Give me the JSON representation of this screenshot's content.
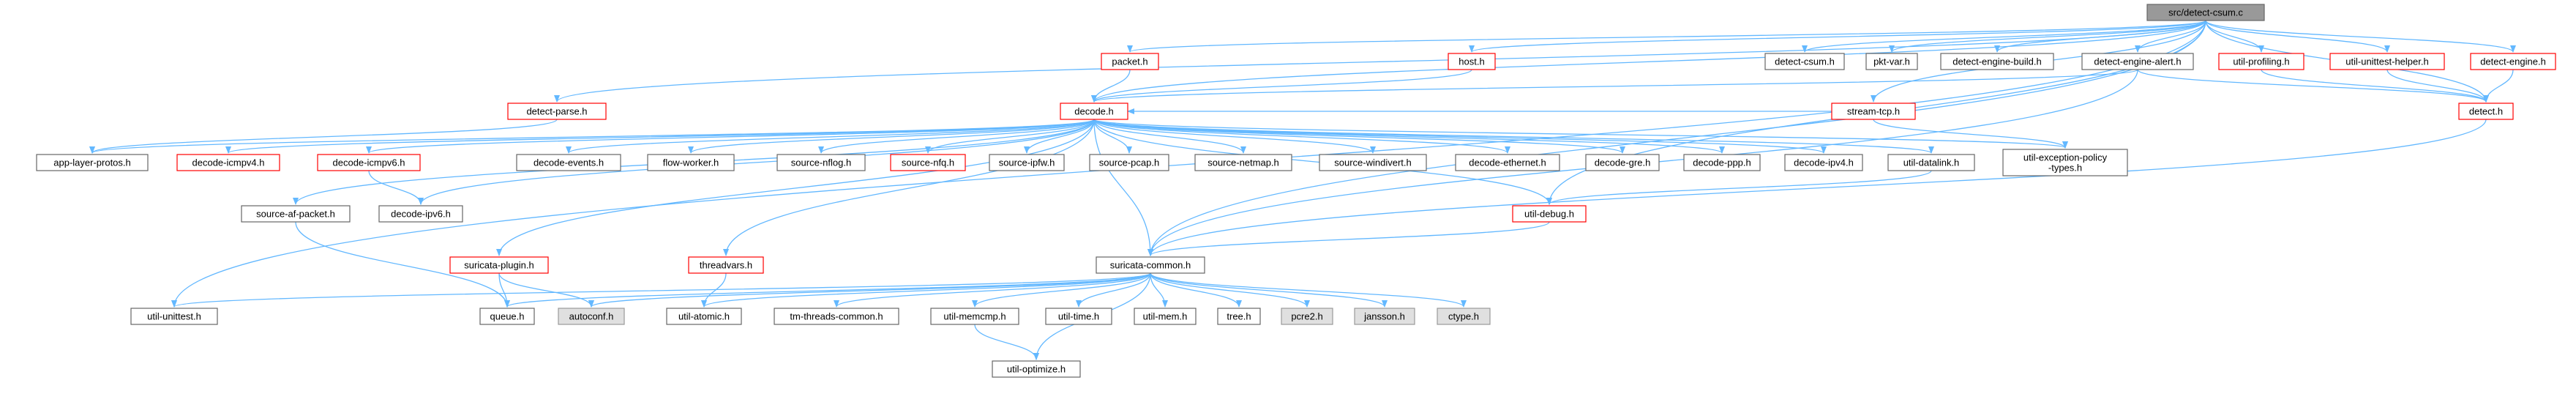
{
  "colors": {
    "edge": "#63b8ff",
    "normal_fill": "#ffffff",
    "normal_border": "#666666",
    "red_fill": "#ffffff",
    "red_border": "#ff0000",
    "root_fill": "#999999",
    "root_border": "#666666",
    "ext_fill": "#e0e0e0",
    "ext_border": "#999999"
  },
  "nodes": [
    {
      "id": "root",
      "label": "src/detect-csum.c",
      "style": "root"
    },
    {
      "id": "detect_parse",
      "label": "detect-parse.h",
      "style": "red"
    },
    {
      "id": "packet",
      "label": "packet.h",
      "style": "red"
    },
    {
      "id": "host",
      "label": "host.h",
      "style": "red"
    },
    {
      "id": "stream_tcp",
      "label": "stream-tcp.h",
      "style": "red"
    },
    {
      "id": "detect_csum",
      "label": "detect-csum.h",
      "style": "normal"
    },
    {
      "id": "pkt_var",
      "label": "pkt-var.h",
      "style": "normal"
    },
    {
      "id": "de_build",
      "label": "detect-engine-build.h",
      "style": "normal"
    },
    {
      "id": "de_alert",
      "label": "detect-engine-alert.h",
      "style": "normal"
    },
    {
      "id": "util_profiling",
      "label": "util-profiling.h",
      "style": "red"
    },
    {
      "id": "util_unittest_helper",
      "label": "util-unittest-helper.h",
      "style": "red"
    },
    {
      "id": "detect_engine",
      "label": "detect-engine.h",
      "style": "red"
    },
    {
      "id": "decode",
      "label": "decode.h",
      "style": "red"
    },
    {
      "id": "detect",
      "label": "detect.h",
      "style": "red"
    },
    {
      "id": "app_layer_protos",
      "label": "app-layer-protos.h",
      "style": "normal"
    },
    {
      "id": "decode_icmpv4",
      "label": "decode-icmpv4.h",
      "style": "red"
    },
    {
      "id": "decode_icmpv6",
      "label": "decode-icmpv6.h",
      "style": "red"
    },
    {
      "id": "decode_events",
      "label": "decode-events.h",
      "style": "normal"
    },
    {
      "id": "flow_worker",
      "label": "flow-worker.h",
      "style": "normal"
    },
    {
      "id": "source_nflog",
      "label": "source-nflog.h",
      "style": "normal"
    },
    {
      "id": "source_nfq",
      "label": "source-nfq.h",
      "style": "red"
    },
    {
      "id": "source_ipfw",
      "label": "source-ipfw.h",
      "style": "normal"
    },
    {
      "id": "source_pcap",
      "label": "source-pcap.h",
      "style": "normal"
    },
    {
      "id": "source_netmap",
      "label": "source-netmap.h",
      "style": "normal"
    },
    {
      "id": "source_windivert",
      "label": "source-windivert.h",
      "style": "normal"
    },
    {
      "id": "decode_ethernet",
      "label": "decode-ethernet.h",
      "style": "normal"
    },
    {
      "id": "decode_gre",
      "label": "decode-gre.h",
      "style": "normal"
    },
    {
      "id": "decode_ppp",
      "label": "decode-ppp.h",
      "style": "normal"
    },
    {
      "id": "decode_ipv4",
      "label": "decode-ipv4.h",
      "style": "normal"
    },
    {
      "id": "util_datalink",
      "label": "util-datalink.h",
      "style": "normal"
    },
    {
      "id": "util_exception",
      "label": "util-exception-policy\n-types.h",
      "style": "normal"
    },
    {
      "id": "source_af_packet",
      "label": "source-af-packet.h",
      "style": "normal"
    },
    {
      "id": "decode_ipv6",
      "label": "decode-ipv6.h",
      "style": "normal"
    },
    {
      "id": "util_debug",
      "label": "util-debug.h",
      "style": "red"
    },
    {
      "id": "suricata_plugin",
      "label": "suricata-plugin.h",
      "style": "red"
    },
    {
      "id": "threadvars",
      "label": "threadvars.h",
      "style": "red"
    },
    {
      "id": "suricata_common",
      "label": "suricata-common.h",
      "style": "normal"
    },
    {
      "id": "util_unittest",
      "label": "util-unittest.h",
      "style": "normal"
    },
    {
      "id": "queue",
      "label": "queue.h",
      "style": "normal"
    },
    {
      "id": "autoconf",
      "label": "autoconf.h",
      "style": "ext"
    },
    {
      "id": "util_atomic",
      "label": "util-atomic.h",
      "style": "normal"
    },
    {
      "id": "tm_threads_common",
      "label": "tm-threads-common.h",
      "style": "normal"
    },
    {
      "id": "util_memcmp",
      "label": "util-memcmp.h",
      "style": "normal"
    },
    {
      "id": "util_time",
      "label": "util-time.h",
      "style": "normal"
    },
    {
      "id": "util_mem",
      "label": "util-mem.h",
      "style": "normal"
    },
    {
      "id": "tree",
      "label": "tree.h",
      "style": "normal"
    },
    {
      "id": "pcre2",
      "label": "pcre2.h",
      "style": "ext"
    },
    {
      "id": "jansson",
      "label": "jansson.h",
      "style": "ext"
    },
    {
      "id": "ctype",
      "label": "ctype.h",
      "style": "ext"
    },
    {
      "id": "util_optimize",
      "label": "util-optimize.h",
      "style": "normal"
    }
  ],
  "edges": [
    [
      "root",
      "util_unittest"
    ],
    [
      "root",
      "detect_parse"
    ],
    [
      "root",
      "packet"
    ],
    [
      "root",
      "host"
    ],
    [
      "root",
      "decode"
    ],
    [
      "root",
      "stream_tcp"
    ],
    [
      "root",
      "detect_csum"
    ],
    [
      "root",
      "pkt_var"
    ],
    [
      "root",
      "de_build"
    ],
    [
      "root",
      "de_alert"
    ],
    [
      "root",
      "util_profiling"
    ],
    [
      "root",
      "util_unittest_helper"
    ],
    [
      "root",
      "detect_engine"
    ],
    [
      "root",
      "detect"
    ],
    [
      "root",
      "util_debug"
    ],
    [
      "root",
      "suricata_common"
    ],
    [
      "detect_parse",
      "app_layer_protos"
    ],
    [
      "packet",
      "decode"
    ],
    [
      "host",
      "decode"
    ],
    [
      "stream_tcp",
      "decode"
    ],
    [
      "stream_tcp",
      "util_exception"
    ],
    [
      "de_alert",
      "decode"
    ],
    [
      "de_alert",
      "detect"
    ],
    [
      "de_alert",
      "suricata_common"
    ],
    [
      "util_profiling",
      "detect"
    ],
    [
      "util_unittest_helper",
      "detect"
    ],
    [
      "detect_engine",
      "detect"
    ],
    [
      "detect",
      "suricata_common"
    ],
    [
      "decode",
      "app_layer_protos"
    ],
    [
      "decode",
      "decode_icmpv4"
    ],
    [
      "decode",
      "decode_icmpv6"
    ],
    [
      "decode",
      "decode_events"
    ],
    [
      "decode",
      "flow_worker"
    ],
    [
      "decode",
      "source_nflog"
    ],
    [
      "decode",
      "source_nfq"
    ],
    [
      "decode",
      "source_ipfw"
    ],
    [
      "decode",
      "source_pcap"
    ],
    [
      "decode",
      "source_netmap"
    ],
    [
      "decode",
      "source_windivert"
    ],
    [
      "decode",
      "decode_ethernet"
    ],
    [
      "decode",
      "decode_gre"
    ],
    [
      "decode",
      "decode_ppp"
    ],
    [
      "decode",
      "decode_ipv4"
    ],
    [
      "decode",
      "util_datalink"
    ],
    [
      "decode",
      "util_exception"
    ],
    [
      "decode",
      "source_af_packet"
    ],
    [
      "decode",
      "decode_ipv6"
    ],
    [
      "decode",
      "util_debug"
    ],
    [
      "decode",
      "suricata_plugin"
    ],
    [
      "decode",
      "threadvars"
    ],
    [
      "decode",
      "suricata_common"
    ],
    [
      "decode_icmpv6",
      "decode_ipv6"
    ],
    [
      "util_datalink",
      "util_debug"
    ],
    [
      "source_af_packet",
      "queue"
    ],
    [
      "util_debug",
      "suricata_common"
    ],
    [
      "suricata_plugin",
      "queue"
    ],
    [
      "suricata_plugin",
      "autoconf"
    ],
    [
      "threadvars",
      "util_atomic"
    ],
    [
      "suricata_common",
      "util_unittest"
    ],
    [
      "suricata_common",
      "queue"
    ],
    [
      "suricata_common",
      "autoconf"
    ],
    [
      "suricata_common",
      "util_atomic"
    ],
    [
      "suricata_common",
      "tm_threads_common"
    ],
    [
      "suricata_common",
      "util_memcmp"
    ],
    [
      "suricata_common",
      "util_time"
    ],
    [
      "suricata_common",
      "util_mem"
    ],
    [
      "suricata_common",
      "tree"
    ],
    [
      "suricata_common",
      "pcre2"
    ],
    [
      "suricata_common",
      "jansson"
    ],
    [
      "suricata_common",
      "ctype"
    ],
    [
      "suricata_common",
      "util_optimize"
    ],
    [
      "util_memcmp",
      "util_optimize"
    ]
  ]
}
